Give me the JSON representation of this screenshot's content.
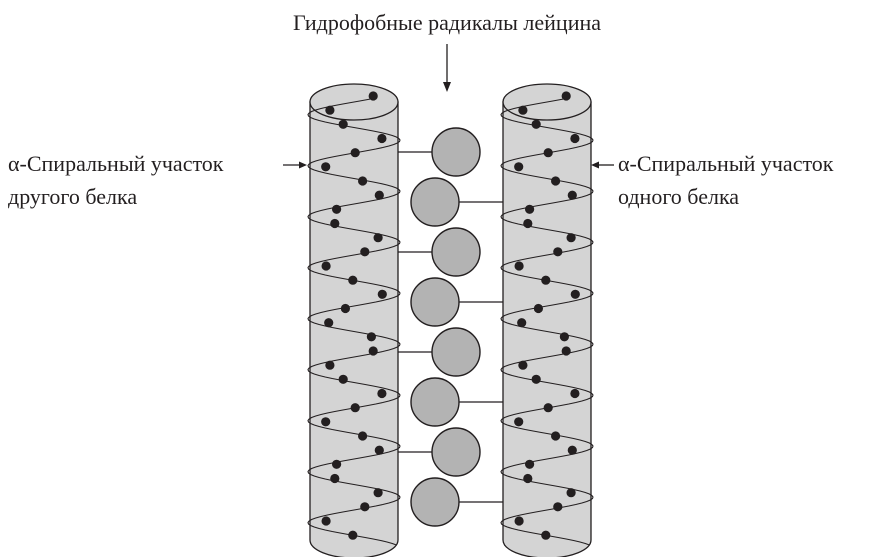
{
  "labels": {
    "top": "Гидрофобные радикалы лейцина",
    "left_line1": "α-Спиральный участок",
    "left_line2": "другого белка",
    "right_line1": "α-Спиральный участок",
    "right_line2": "одного белка"
  },
  "colors": {
    "ink": "#231f20",
    "cylinder_fill": "#d4d4d4",
    "leucine_fill": "#b3b3b3"
  },
  "structure": {
    "helix_count": 2,
    "leucine_radical_count": 8
  }
}
